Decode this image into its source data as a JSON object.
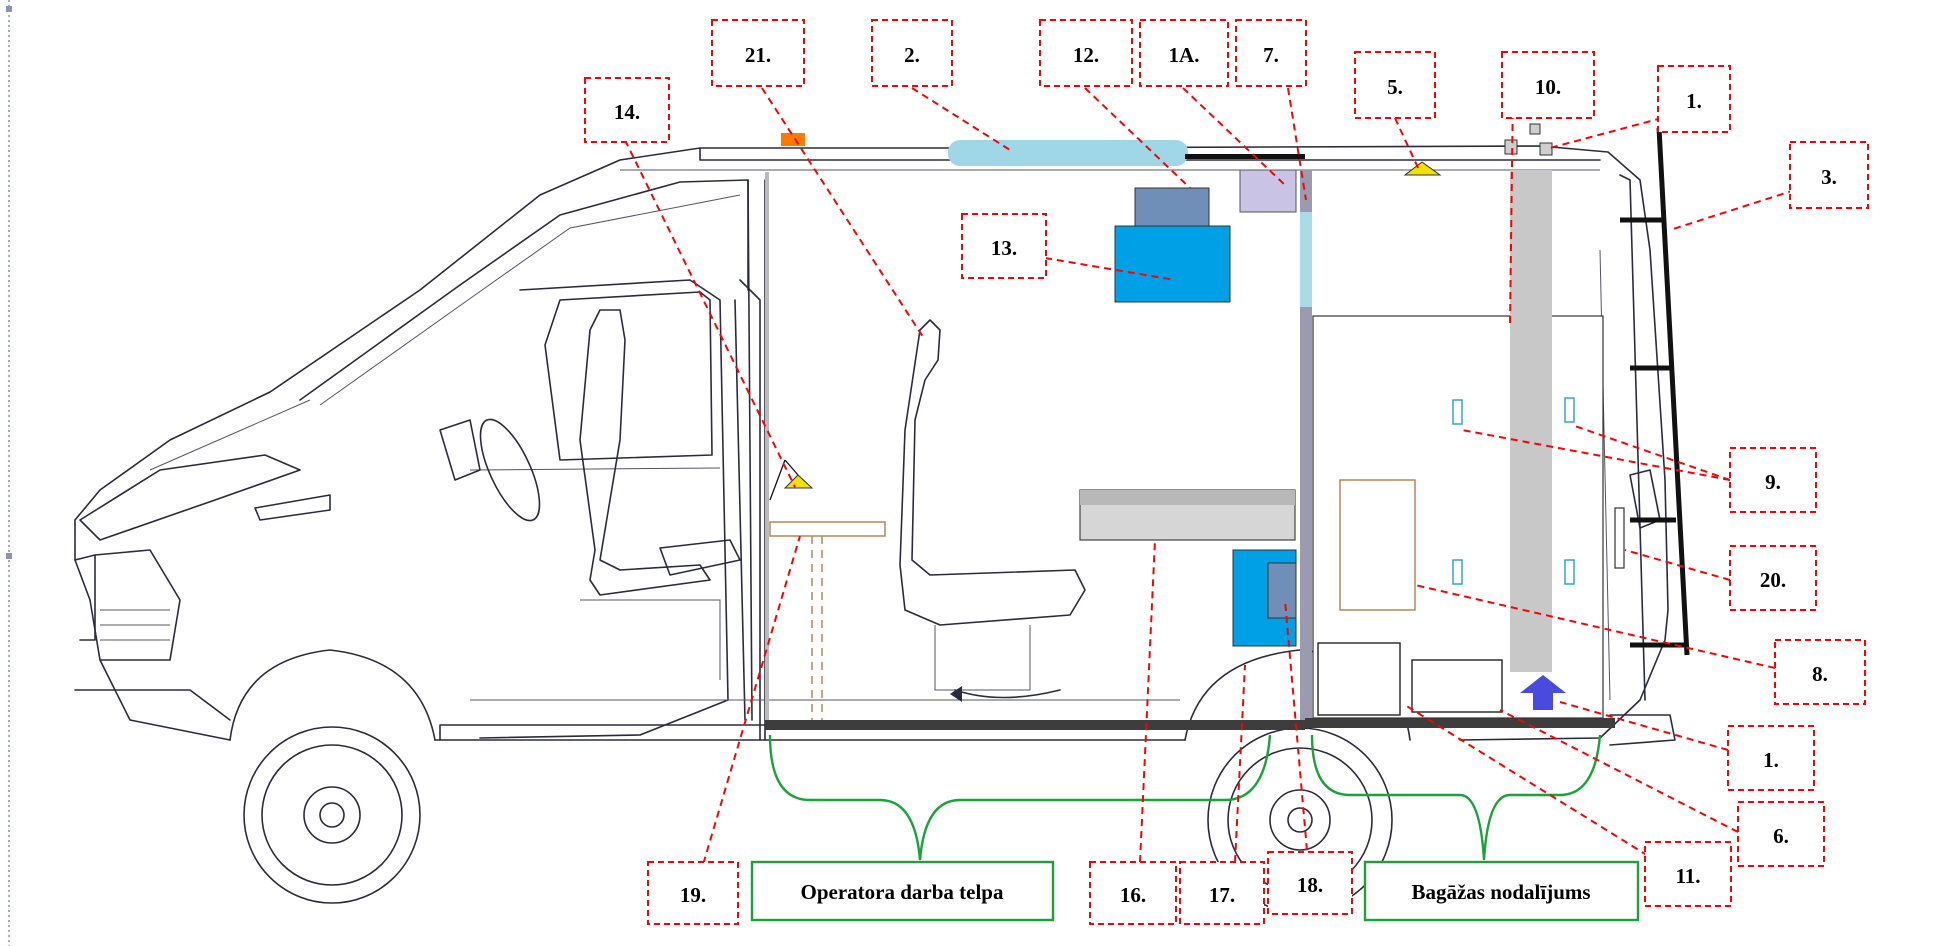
{
  "callouts": [
    {
      "id": "c21",
      "text": "21."
    },
    {
      "id": "c2",
      "text": "2."
    },
    {
      "id": "c12",
      "text": "12."
    },
    {
      "id": "c1a",
      "text": "1A."
    },
    {
      "id": "c7",
      "text": "7."
    },
    {
      "id": "c5",
      "text": "5."
    },
    {
      "id": "c10",
      "text": "10."
    },
    {
      "id": "c1top",
      "text": "1."
    },
    {
      "id": "c14",
      "text": "14."
    },
    {
      "id": "c3",
      "text": "3."
    },
    {
      "id": "c13",
      "text": "13."
    },
    {
      "id": "c9",
      "text": "9."
    },
    {
      "id": "c20",
      "text": "20."
    },
    {
      "id": "c8",
      "text": "8."
    },
    {
      "id": "c1bot",
      "text": "1."
    },
    {
      "id": "c6",
      "text": "6."
    },
    {
      "id": "c11",
      "text": "11."
    },
    {
      "id": "c16",
      "text": "16."
    },
    {
      "id": "c17",
      "text": "17."
    },
    {
      "id": "c18",
      "text": "18."
    },
    {
      "id": "c19",
      "text": "19."
    }
  ],
  "zones": {
    "operator": "Operatora darba telpa",
    "luggage": "Bagāžas nodalījums"
  },
  "colors": {
    "callout": "#ff0000",
    "zone": "#19a338",
    "skylight": "#9fd7e6",
    "monitor": "#00a0e6",
    "device": "#6f8fb8",
    "lilac": "#c9c3e6",
    "lamp": "#f2e000",
    "beacon": "#ff7a00",
    "arrow": "#4a4adf",
    "panel": "#c8c8c8"
  }
}
